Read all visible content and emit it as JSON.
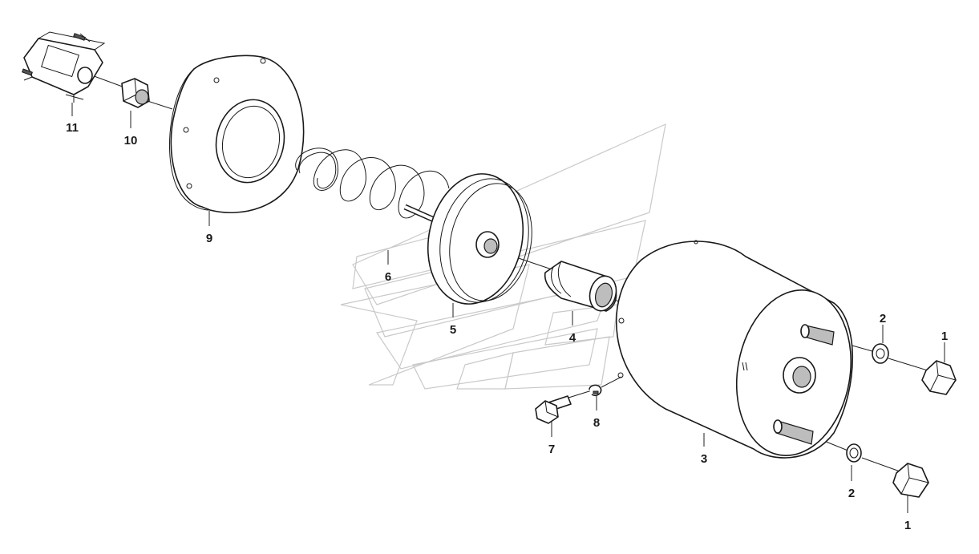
{
  "callouts": [
    {
      "id": "c11",
      "text": "11"
    },
    {
      "id": "c10",
      "text": "10"
    },
    {
      "id": "c9",
      "text": "9"
    },
    {
      "id": "c6",
      "text": "6"
    },
    {
      "id": "c5",
      "text": "5"
    },
    {
      "id": "c4",
      "text": "4"
    },
    {
      "id": "c3",
      "text": "3"
    },
    {
      "id": "c2a",
      "text": "2"
    },
    {
      "id": "c1a",
      "text": "1"
    },
    {
      "id": "c2b",
      "text": "2"
    },
    {
      "id": "c1b",
      "text": "1"
    },
    {
      "id": "c7",
      "text": "7"
    },
    {
      "id": "c8",
      "text": "8"
    }
  ],
  "colors": {
    "ink": "#1a1a1a",
    "watermark": "#c9c9c9",
    "shade": "#bdbdbd"
  }
}
